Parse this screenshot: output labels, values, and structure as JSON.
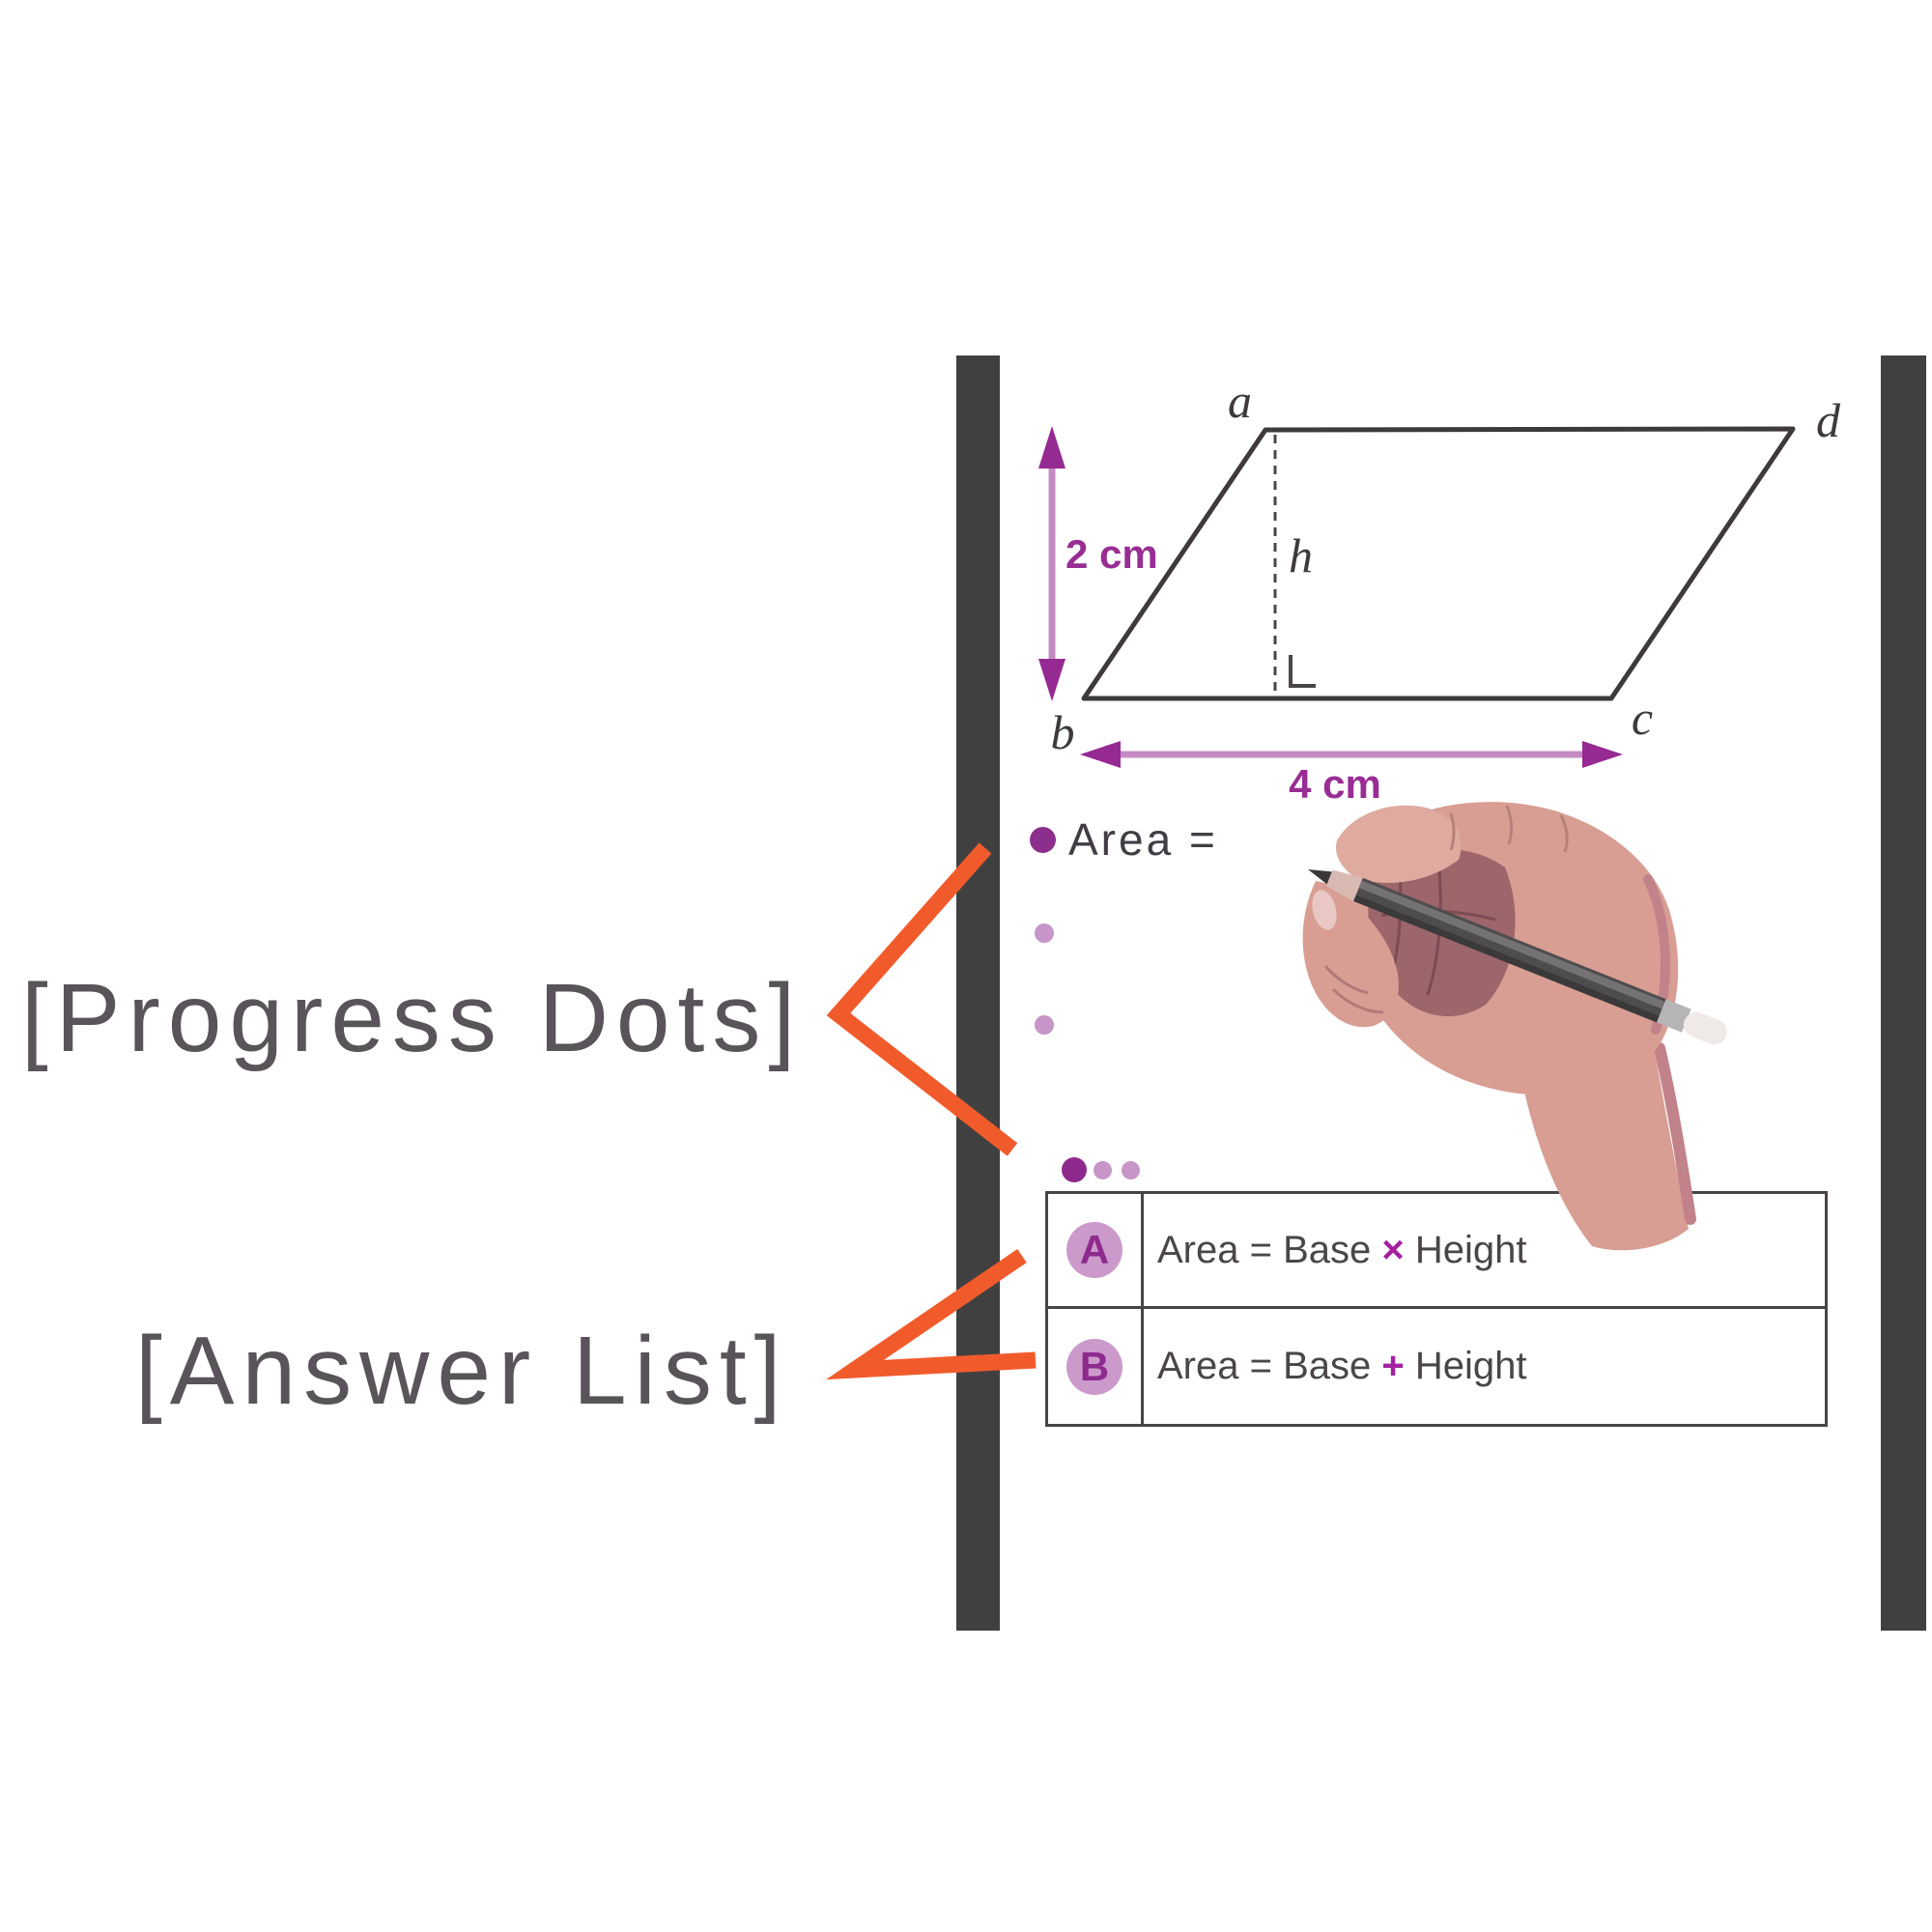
{
  "annotations": {
    "progress_dots_label": "[Progress Dots]",
    "answer_list_label": "[Answer List]"
  },
  "diagram": {
    "vertex_a": "a",
    "vertex_b": "b",
    "vertex_c": "c",
    "vertex_d": "d",
    "height_symbol": "h",
    "side_measure": "2 cm",
    "base_measure": "4 cm"
  },
  "question": {
    "prompt": "Area ="
  },
  "answers": {
    "options": [
      {
        "letter": "A",
        "pre": "Area = Base ",
        "operator": "×",
        "post": " Height"
      },
      {
        "letter": "B",
        "pre": "Area = Base ",
        "operator": "+",
        "post": " Height"
      }
    ]
  },
  "colors": {
    "accent_magenta": "#982d94",
    "lilac": "#c795c7",
    "dark_dot": "#8e2a8e",
    "orange_connector": "#f15b2b",
    "wall_bar_gray": "#414041",
    "annotation_gray": "#595459",
    "ink": "#423d44",
    "table_border": "#494448",
    "hand_skin": "#d89e93"
  }
}
